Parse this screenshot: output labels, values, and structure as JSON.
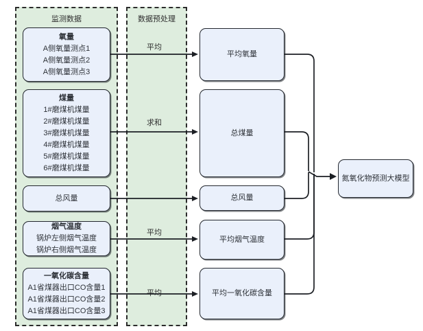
{
  "groups": [
    {
      "title": "监测数据"
    },
    {
      "title": "数据预处理"
    }
  ],
  "sources": [
    {
      "title": "氧量",
      "lines": [
        "A侧氧量测点1",
        "A侧氧量测点2",
        "A侧氧量测点3"
      ]
    },
    {
      "title": "煤量",
      "lines": [
        "1#磨煤机煤量",
        "2#磨煤机煤量",
        "3#磨煤机煤量",
        "4#磨煤机煤量",
        "5#磨煤机煤量",
        "6#磨煤机煤量"
      ]
    },
    {
      "title": "总风量",
      "lines": []
    },
    {
      "title": "烟气温度",
      "lines": [
        "锅炉左侧烟气温度",
        "锅炉右侧烟气温度"
      ]
    },
    {
      "title": "一氧化碳含量",
      "lines": [
        "A1省煤器出口CO含量1",
        "A1省煤器出口CO含量2",
        "A1省煤器出口CO含量3"
      ]
    }
  ],
  "operations": [
    "平均",
    "求和",
    "",
    "平均",
    "平均"
  ],
  "outputs": [
    {
      "title": "平均氧量"
    },
    {
      "title": "总煤量"
    },
    {
      "title": "总风量"
    },
    {
      "title": "平均烟气温度"
    },
    {
      "title": "平均一氧化碳含量"
    }
  ],
  "model": {
    "title": "氮氧化物预测大模型"
  },
  "colors": {
    "group_fill": "#deedde",
    "group_border": "#2b2b2b",
    "node_fill": "#eaf0fb",
    "node_border": "#23272e",
    "wire": "#1c1f24",
    "page_background": "#ffffff"
  }
}
